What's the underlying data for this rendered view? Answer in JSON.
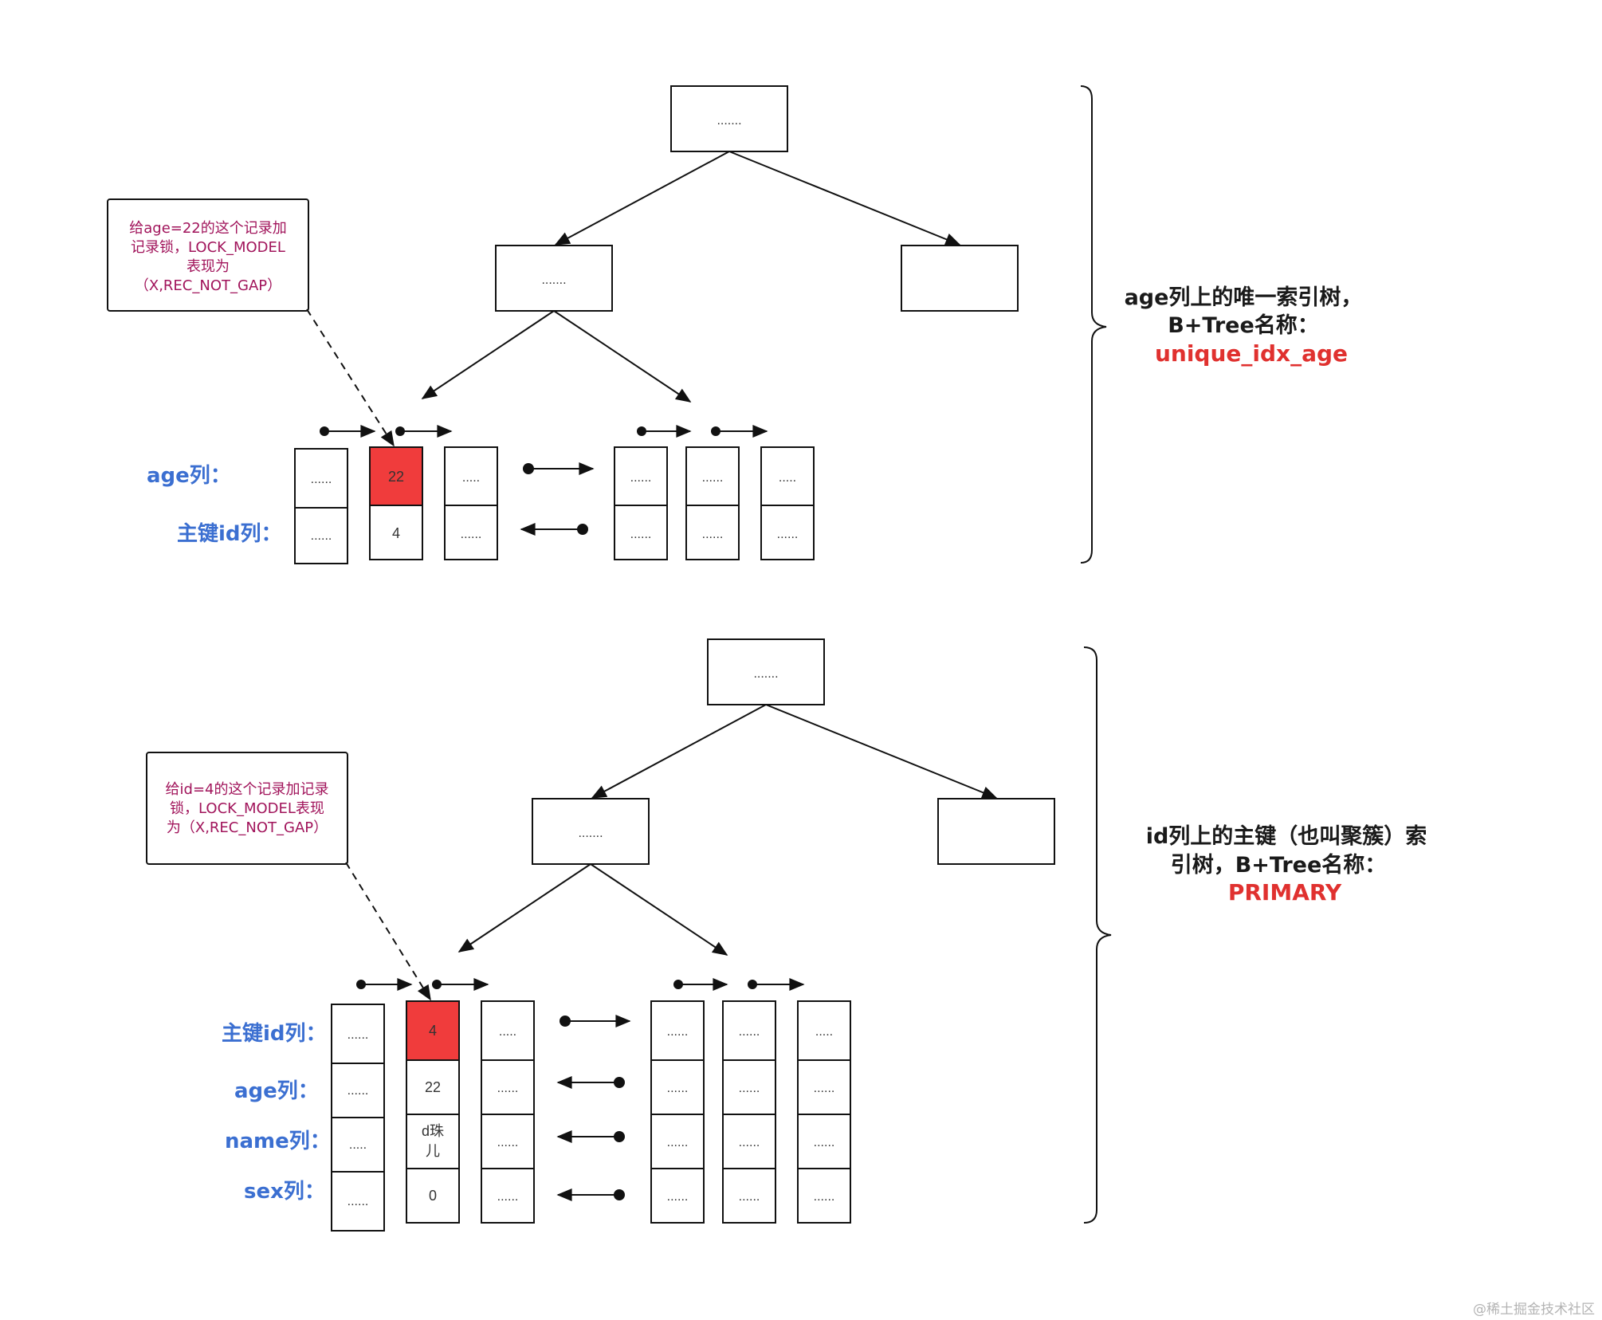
{
  "top_tree": {
    "root_label": ".......",
    "mid_label": ".......",
    "leaf_row_label": "age列：",
    "leaf_row2_label": "主键id列：",
    "leaf_cells_row1": [
      "......",
      "22",
      ".....",
      "......",
      "......",
      "....."
    ],
    "leaf_cells_row2": [
      "......",
      "4",
      "......",
      "......",
      "......",
      "......"
    ],
    "note_lines": [
      "给age=22的这个记录加",
      "记录锁，LOCK_MODEL",
      "表现为",
      "（X,REC_NOT_GAP）"
    ],
    "desc_lines": [
      "age列上的唯一索引树，",
      "B+Tree名称："
    ],
    "desc_name": "unique_idx_age"
  },
  "bottom_tree": {
    "root_label": ".......",
    "mid_label": ".......",
    "row_labels": [
      "主键id列：",
      "age列：",
      "name列：",
      "sex列："
    ],
    "leaf_cells_row1": [
      "......",
      "4",
      ".....",
      "......",
      "......",
      "....."
    ],
    "leaf_cells_row2": [
      "......",
      "22",
      "......",
      "......",
      "......",
      "......"
    ],
    "leaf_cells_row3": [
      ".....",
      "d珠\n儿",
      "......",
      "......",
      "......",
      "......"
    ],
    "leaf_cells_row4": [
      "......",
      "0",
      "......",
      "......",
      "......",
      "......"
    ],
    "note_lines": [
      "给id=4的这个记录加记录",
      "锁，LOCK_MODEL表现",
      "为（X,REC_NOT_GAP）"
    ],
    "desc_lines": [
      "id列上的主键（也叫聚簇）索",
      "引树，B+Tree名称："
    ],
    "desc_name": "PRIMARY"
  },
  "colors": {
    "highlight": "#f03c3c",
    "label_blue": "#3b6fd1",
    "note_purple": "#a1145b",
    "name_red": "#e0312f"
  },
  "watermark": "@稀土掘金技术社区"
}
